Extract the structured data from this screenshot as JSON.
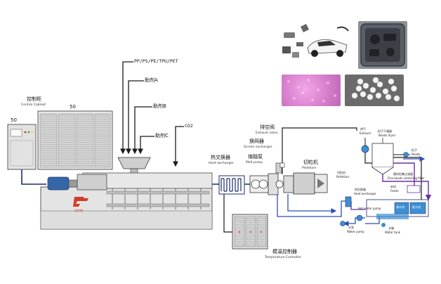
{
  "labels": {
    "control_cabinet_cn": "控制柜",
    "control_cabinet_en": "Control Cabinet",
    "cab1_num": "50",
    "cab2_num": "50",
    "feeds": [
      "PP/PS/PE/TPU/PET",
      "助剂A",
      "助剂B",
      "助剂C"
    ],
    "co2": "CO2",
    "heat_exchanger_cn": "热交换器",
    "heat_exchanger_en": "Heat exchanger",
    "melt_pump_cn": "熔融泵",
    "melt_pump_en": "Melt pump",
    "screen_exchanger_cn": "换网器",
    "screen_exchanger_en": "Screen exchanger",
    "exhaust_valve_cn": "排空阀",
    "exhaust_valve_en": "Exhaust valve",
    "pelletizer_cn": "切粒机",
    "pelletizer_en": "Pelletizer",
    "temp_controller_cn": "模温控制器",
    "temp_controller_en": "Temperature Controller",
    "exhaust_cn": "排气",
    "exhaust_en": "Exhaust",
    "beads_dryer_cn": "粒子干燥器",
    "beads_dryer_en": "Beads dryer",
    "beads_cn": "粒子",
    "beads_en": "Beads",
    "fine_filter_cn": "细料粒集过滤器",
    "fine_filter_en": "Fine beads collecting filter",
    "pelletizer2_cn": "切粒机",
    "pelletizer2_en": "Pelletizer",
    "heat_exchanger2_cn": "热交换器",
    "heat_exchanger2_en": "Heat exchanger",
    "water_pump_cn": "水泵",
    "water_pump_en": "Water pump",
    "hot_water_pump_cn": "热水泵",
    "hot_water_pump_en": "Hot water pump",
    "makeup_water_cn": "补料",
    "makeup_water_en": "Feeds",
    "clean_water_cn": "清水池",
    "dirty_water_cn": "脏水池",
    "water_tank_cn": "水箱",
    "water_tank_en": "Water tank",
    "logo_cn": "法宇格"
  },
  "colors": {
    "line_black": "#1a1a1a",
    "line_navy": "#1f2a6b",
    "line_purple": "#6d2fa3",
    "line_blue": "#2f4fb0",
    "machine_gray": "#d9d9d9",
    "tank_blue": "#3d8fd1",
    "motor_blue": "#3567a8",
    "logo_red": "#d23b2a"
  },
  "photos": [
    "car-parts-photo",
    "tool-case-photo",
    "pink-beads-photo",
    "white-beads-photo"
  ]
}
